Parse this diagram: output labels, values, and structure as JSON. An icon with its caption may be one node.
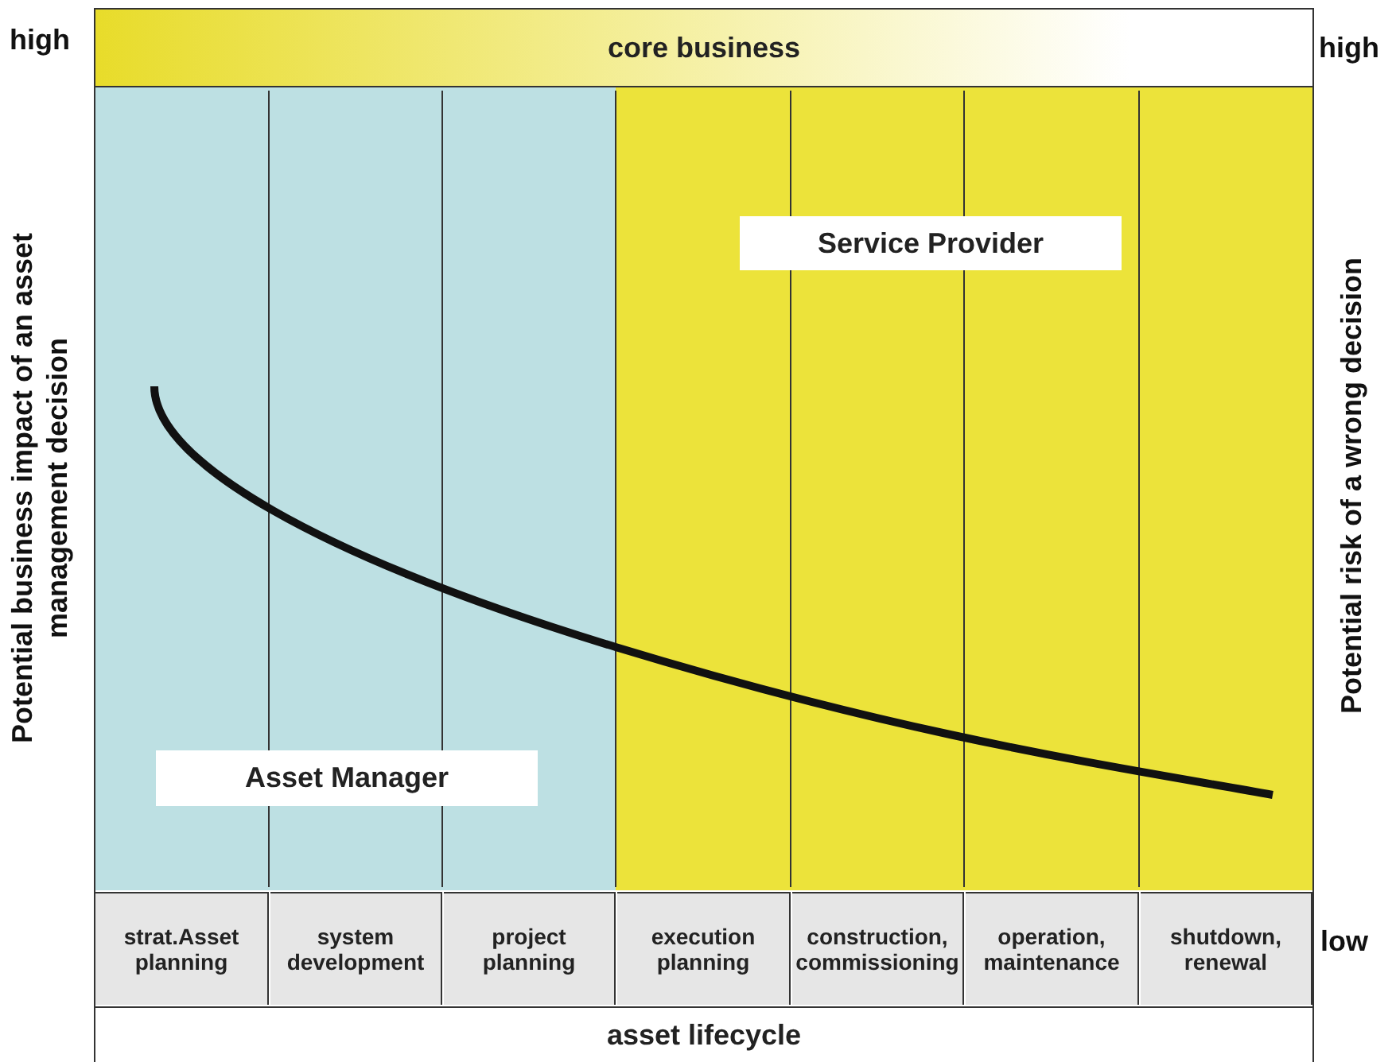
{
  "diagram": {
    "nodes": [
      {
        "text": [
          "core business"
        ]
      },
      {
        "text": [
          "Service Provider"
        ]
      },
      {
        "text": [
          "Asset Manager"
        ]
      },
      {
        "text": [
          "strat.Asset planning"
        ]
      },
      {
        "text": [
          "system development"
        ]
      },
      {
        "text": [
          "project planning"
        ]
      },
      {
        "text": [
          "execution planning"
        ]
      },
      {
        "text": [
          "construction, commissioning"
        ]
      },
      {
        "text": [
          "operation, maintenance"
        ]
      },
      {
        "text": [
          "shutdown, renewal"
        ]
      },
      {
        "text": [
          "asset lifecycle"
        ]
      }
    ],
    "edges": [],
    "labels": [
      "high",
      "high",
      "Potential business impact of an asset management decision",
      "Potential risk of a wrong decision",
      "low"
    ]
  }
}
